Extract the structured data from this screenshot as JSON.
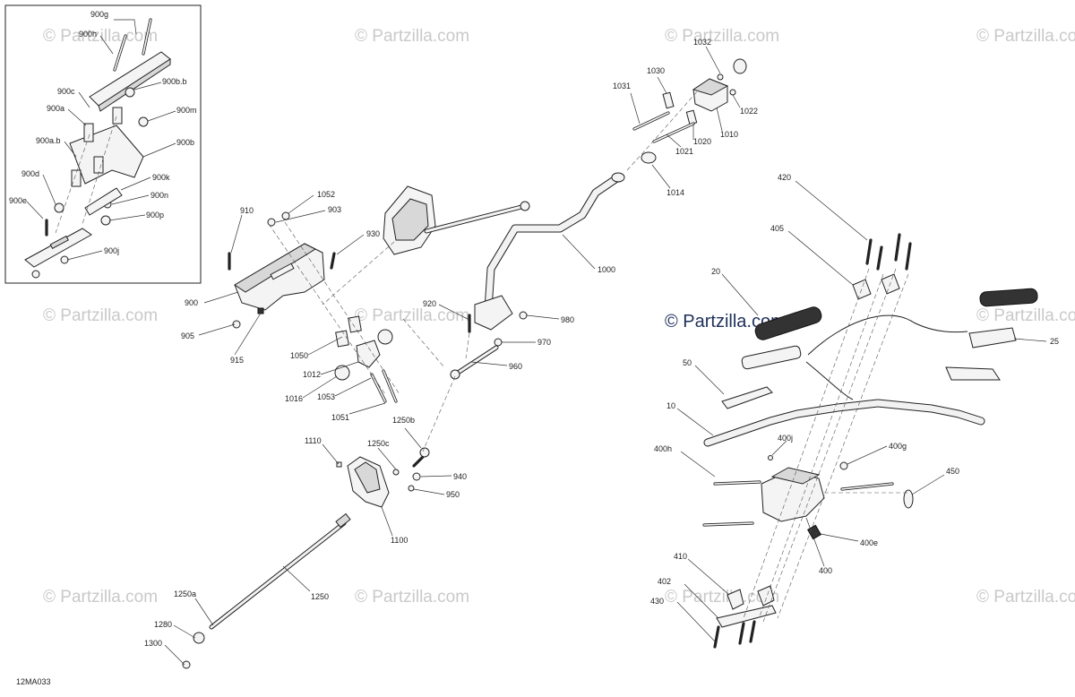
{
  "diagram_code": "12MA033",
  "watermark_text": "© Partzilla.com",
  "watermark_center_text": "© Partzilla.com",
  "part_labels": [
    "900g",
    "900h",
    "900b.b",
    "900c",
    "900a",
    "900m",
    "900b",
    "900a.b",
    "900d",
    "900k",
    "900n",
    "900e",
    "900p",
    "900j",
    "910",
    "1052",
    "903",
    "930",
    "900",
    "905",
    "915",
    "1050",
    "1012",
    "1016",
    "1053",
    "1051",
    "920",
    "980",
    "970",
    "960",
    "1000",
    "1031",
    "1030",
    "1032",
    "1022",
    "1010",
    "1020",
    "1021",
    "1014",
    "1110",
    "1250c",
    "1250b",
    "940",
    "950",
    "1100",
    "1250",
    "1250a",
    "1280",
    "1300",
    "420",
    "405",
    "20",
    "25",
    "50",
    "10",
    "400h",
    "400j",
    "400g",
    "450",
    "400e",
    "400",
    "410",
    "402",
    "430"
  ]
}
